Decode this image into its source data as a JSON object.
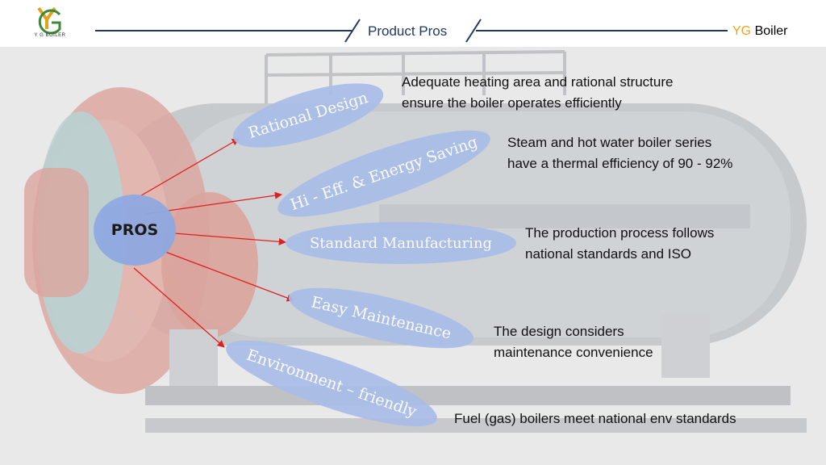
{
  "header": {
    "logo_text": "Y G BOILER",
    "title": "Product Pros",
    "brand_prefix": "YG",
    "brand_suffix": " Boiler"
  },
  "center": {
    "label": "PROS"
  },
  "pros": [
    {
      "name": "Rational Design",
      "description_line1": "Adequate heating area and rational structure",
      "description_line2": "ensure the boiler operates efficiently"
    },
    {
      "name": "Hi - Eff. & Energy Saving",
      "description_line1": "Steam and hot water boiler series",
      "description_line2": "have a thermal efficiency of 90 - 92%"
    },
    {
      "name": "Standard Manufacturing",
      "description_line1": "The production process follows",
      "description_line2": "national standards and ISO"
    },
    {
      "name": "Easy Maintenance",
      "description_line1": "The design considers",
      "description_line2": "maintenance convenience"
    },
    {
      "name": "Environment – friendly",
      "description_line1": "Fuel (gas) boilers meet national env standards",
      "description_line2": ""
    }
  ],
  "colors": {
    "accent": "#f5a31a",
    "arrow": "#e02020",
    "node_fill": "#8fa9e0",
    "pill_fill": "#a9bde8",
    "header_line": "#1f3864"
  }
}
